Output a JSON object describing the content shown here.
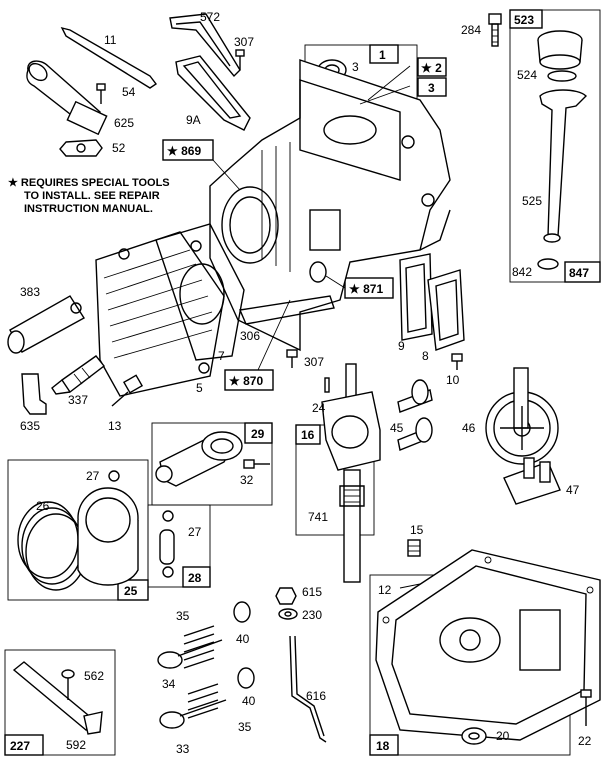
{
  "note": {
    "lines": [
      "★ REQUIRES SPECIAL TOOLS",
      "TO INSTALL.  SEE REPAIR",
      "INSTRUCTION MANUAL."
    ]
  },
  "labels": {
    "p11": "11",
    "p572": "572",
    "p307a": "307",
    "p284": "284",
    "p3a": "3",
    "p54": "54",
    "p625": "625",
    "p52": "52",
    "p9A": "9A",
    "p524": "524",
    "p525": "525",
    "p842": "842",
    "p383": "383",
    "p337": "337",
    "p635": "635",
    "p13": "13",
    "p5": "5",
    "p7": "7",
    "p306": "306",
    "p307b": "307",
    "p9": "9",
    "p8": "8",
    "p10": "10",
    "p24": "24",
    "p45": "45",
    "p46": "46",
    "p47": "47",
    "p27a": "27",
    "p26": "26",
    "p32": "32",
    "p27b": "27",
    "p741": "741",
    "p15": "15",
    "p12": "12",
    "p615": "615",
    "p230": "230",
    "p35a": "35",
    "p40a": "40",
    "p34": "34",
    "p40b": "40",
    "p35b": "35",
    "p33": "33",
    "p616": "616",
    "p562": "562",
    "p592": "592",
    "p20": "20",
    "p22": "22"
  },
  "boxes": {
    "b1": "1",
    "b2": "★ 2",
    "b2sub": "3",
    "b523": "523",
    "b847": "847",
    "b869": "★ 869",
    "b871": "★ 871",
    "b870": "★ 870",
    "b29": "29",
    "b16": "16",
    "b25": "25",
    "b28": "28",
    "b227": "227",
    "b18": "18"
  }
}
